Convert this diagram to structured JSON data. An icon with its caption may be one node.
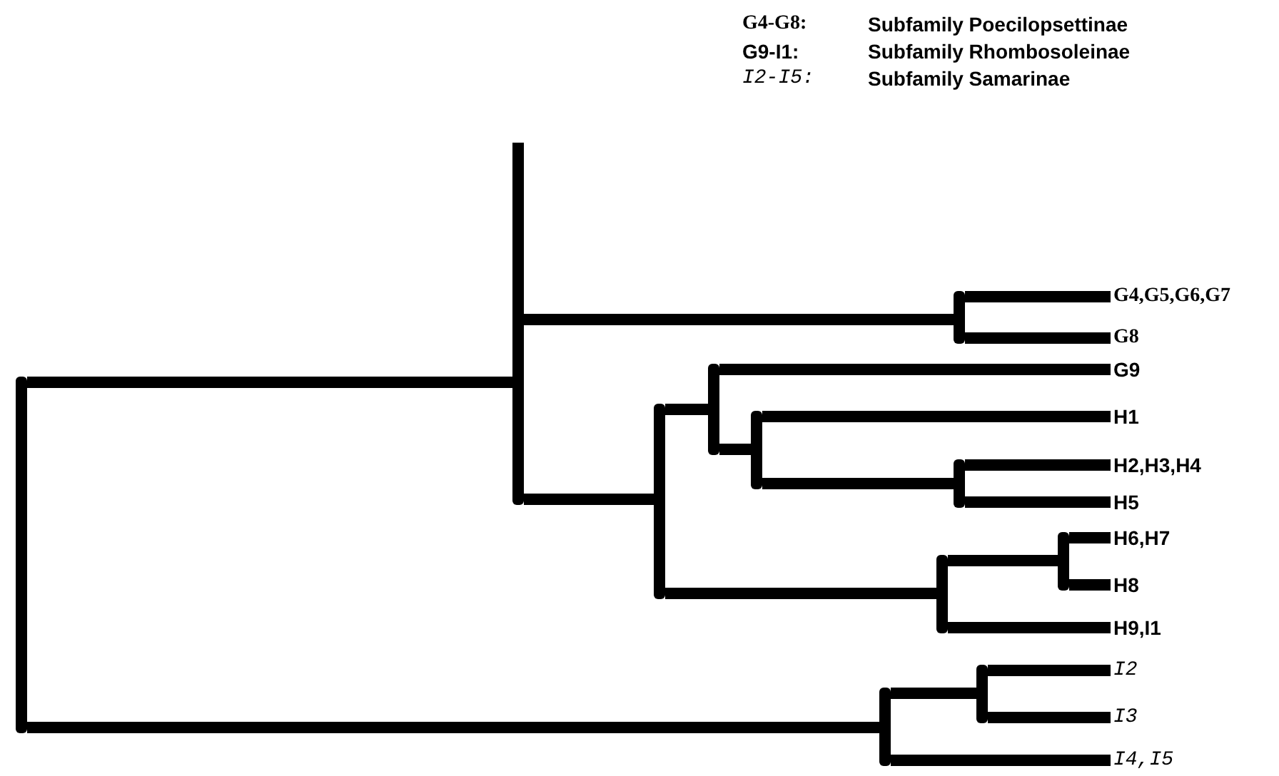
{
  "diagram": {
    "nodes": [
      {
        "text": [],
        "shape": "bar"
      },
      {
        "text": [],
        "shape": "bar"
      },
      {
        "text": [],
        "shape": "bar"
      },
      {
        "text": [
          "G4,G5,G6,G7"
        ]
      },
      {
        "text": [
          "G8"
        ]
      },
      {
        "text": [],
        "shape": "bar"
      },
      {
        "text": [],
        "shape": "bar"
      },
      {
        "text": [
          "G9"
        ]
      },
      {
        "text": [],
        "shape": "bar"
      },
      {
        "text": [
          "H1"
        ]
      },
      {
        "text": [],
        "shape": "bar"
      },
      {
        "text": [
          "H2,H3,H4"
        ]
      },
      {
        "text": [
          "H5"
        ]
      },
      {
        "text": [],
        "shape": "bar"
      },
      {
        "text": [],
        "shape": "bar"
      },
      {
        "text": [
          "H6,H7"
        ]
      },
      {
        "text": [
          "H8"
        ]
      },
      {
        "text": [
          "H9,I1"
        ]
      },
      {
        "text": [],
        "shape": "bar"
      },
      {
        "text": [],
        "shape": "bar"
      },
      {
        "text": [
          "I2"
        ]
      },
      {
        "text": [
          "I3"
        ]
      },
      {
        "text": [
          "I4,I5"
        ]
      }
    ],
    "edges": [
      {
        "from": 0,
        "to": 1,
        "arrow": "none"
      },
      {
        "from": 1,
        "to": 2,
        "arrow": "none"
      },
      {
        "from": 2,
        "to": 3,
        "arrow": "none"
      },
      {
        "from": 2,
        "to": 4,
        "arrow": "none"
      },
      {
        "from": 1,
        "to": 5,
        "arrow": "none"
      },
      {
        "from": 5,
        "to": 6,
        "arrow": "none"
      },
      {
        "from": 6,
        "to": 7,
        "arrow": "none"
      },
      {
        "from": 6,
        "to": 8,
        "arrow": "none"
      },
      {
        "from": 8,
        "to": 9,
        "arrow": "none"
      },
      {
        "from": 8,
        "to": 10,
        "arrow": "none"
      },
      {
        "from": 10,
        "to": 11,
        "arrow": "none"
      },
      {
        "from": 10,
        "to": 12,
        "arrow": "none"
      },
      {
        "from": 5,
        "to": 13,
        "arrow": "none"
      },
      {
        "from": 13,
        "to": 14,
        "arrow": "none"
      },
      {
        "from": 14,
        "to": 15,
        "arrow": "none"
      },
      {
        "from": 14,
        "to": 16,
        "arrow": "none"
      },
      {
        "from": 13,
        "to": 17,
        "arrow": "none"
      },
      {
        "from": 0,
        "to": 18,
        "arrow": "none"
      },
      {
        "from": 18,
        "to": 19,
        "arrow": "none"
      },
      {
        "from": 19,
        "to": 20,
        "arrow": "none"
      },
      {
        "from": 19,
        "to": 21,
        "arrow": "none"
      },
      {
        "from": 18,
        "to": 22,
        "arrow": "none"
      }
    ],
    "labels": [
      "G4-G8:",
      "Subfamily Poecilopsettinae",
      "G9-I1:",
      "Subfamily Rhombosoleinae",
      "I2-I5:",
      "Subfamily Samarinae"
    ]
  }
}
